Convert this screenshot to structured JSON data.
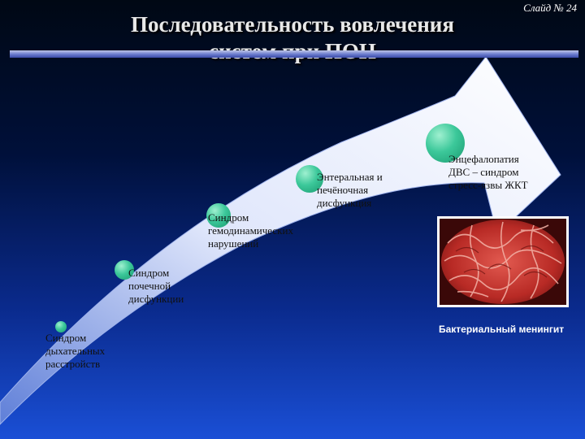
{
  "slide": {
    "number": "Слайд № 24",
    "title_line1": "Последовательность вовлечения",
    "title_line2": "систем при ПОН"
  },
  "stages": [
    {
      "lines": [
        "Синдром",
        "дыхательных",
        "расстройств"
      ]
    },
    {
      "lines": [
        "Синдром",
        "почечной",
        "дисфункции"
      ]
    },
    {
      "lines": [
        "Синдром",
        "гемодинамических",
        "нарушений"
      ]
    },
    {
      "lines": [
        "Энтеральная и",
        "печёночная",
        "дисфункция"
      ]
    },
    {
      "lines": [
        "Энцефалопатия",
        "ДВС – синдром",
        "стресс-язвы ЖКТ"
      ]
    }
  ],
  "image_caption": "Бактериальный менингит",
  "colors": {
    "background_top": "#000814",
    "background_bottom": "#1a4fd6",
    "arrow_fill": "#ffffff",
    "dot": "#3cc89a",
    "title_text": "#e8e8e8"
  }
}
